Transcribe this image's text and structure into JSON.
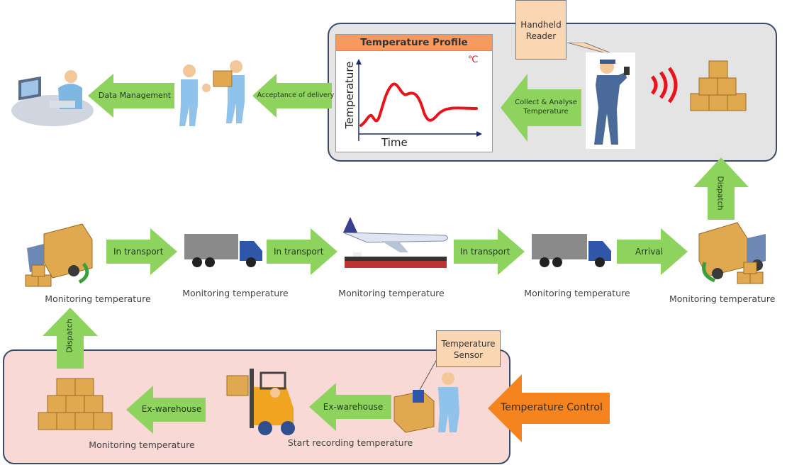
{
  "panels": {
    "inspection": {
      "profile_title": "Temperature Profile",
      "unit": "℃",
      "xlabel": "Time",
      "ylabel": "Temperature"
    },
    "callouts": {
      "handheld": "Handheld Reader",
      "sensor": "Temperature Sensor"
    }
  },
  "arrows": {
    "data_management": "Data Management",
    "acceptance": "Acceptance of delivery",
    "collect": "Collect & Analyse Temperature",
    "dispatch_right": "Dispatch",
    "in_transport_1": "In transport",
    "in_transport_2": "In transport",
    "in_transport_3": "In transport",
    "arrival": "Arrival",
    "dispatch_left": "Dispatch",
    "ex_warehouse_1": "Ex-warehouse",
    "ex_warehouse_2": "Ex-warehouse",
    "temperature_control": "Temperature Control"
  },
  "captions": {
    "mt1": "Monitoring temperature",
    "mt2": "Monitoring temperature",
    "mt3": "Monitoring temperature",
    "mt4": "Monitoring temperature",
    "mt5": "Monitoring temperature",
    "mt6": "Monitoring temperature",
    "start_recording": "Start recording  temperature"
  },
  "colors": {
    "arrow_green": "#8fd35f",
    "arrow_orange": "#f5841f",
    "panel_grey": "#e4e4e4",
    "panel_pink": "#f9d9d5",
    "curve": "#e8141b",
    "callout": "#fbd6b2"
  }
}
